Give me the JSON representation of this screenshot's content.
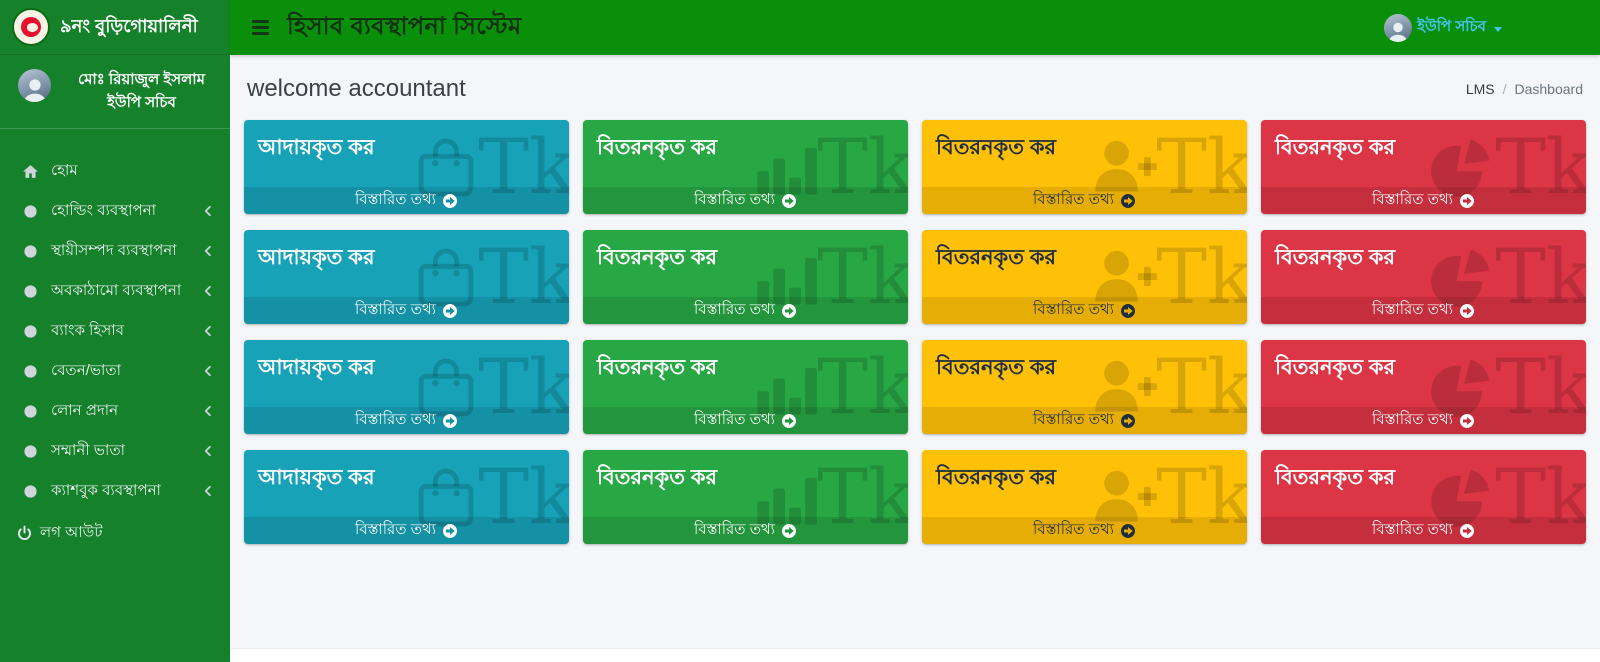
{
  "colors": {
    "header-green": "#0a8f0a",
    "sidebar-green": "#15822b",
    "header-title": "#11300f",
    "accent-blue": "#46c5f2",
    "body-bg": "#f4f6f9",
    "info": "#17a2b8",
    "success": "#28a745",
    "warning": "#ffc107",
    "danger": "#dc3545"
  },
  "brand": {
    "title": "৯নং বুড়িগোয়ালিনী"
  },
  "user_panel": {
    "name": "মোঃ রিয়াজুল ইসলাম",
    "role": "ইউপি সচিব"
  },
  "sidebar": {
    "items": [
      {
        "label": "হোম",
        "icon": "home",
        "chevron": false,
        "logout": false
      },
      {
        "label": "হোল্ডিং ব্যবস্থাপনা",
        "icon": "circle",
        "chevron": true,
        "logout": false
      },
      {
        "label": "স্থায়ীসম্পদ ব্যবস্থাপনা",
        "icon": "circle",
        "chevron": true,
        "logout": false
      },
      {
        "label": "অবকাঠামো ব্যবস্থাপনা",
        "icon": "circle",
        "chevron": true,
        "logout": false
      },
      {
        "label": "ব্যাংক হিসাব",
        "icon": "circle",
        "chevron": true,
        "logout": false
      },
      {
        "label": "বেতন/ভাতা",
        "icon": "circle",
        "chevron": true,
        "logout": false
      },
      {
        "label": "লোন প্রদান",
        "icon": "circle",
        "chevron": true,
        "logout": false
      },
      {
        "label": "সম্মানী ভাতা",
        "icon": "circle",
        "chevron": true,
        "logout": false
      },
      {
        "label": "ক্যাশবুক ব্যবস্থাপনা",
        "icon": "circle",
        "chevron": true,
        "logout": false
      },
      {
        "label": "লগ আউট",
        "icon": "power",
        "chevron": false,
        "logout": true
      }
    ]
  },
  "header": {
    "title": "হিসাব ব্যবস্থাপনা সিস্টেম",
    "user_label": "ইউপি সচিব"
  },
  "content": {
    "welcome": "welcome accountant",
    "breadcrumb": {
      "root": "LMS",
      "separator": "/",
      "current": "Dashboard"
    }
  },
  "cards": [
    {
      "title": "আদায়কৃত কর",
      "footer": "বিস্তারিত তথ্য",
      "currency": "Tk",
      "color": "info",
      "icon": "bag"
    },
    {
      "title": "বিতরনকৃত কর",
      "footer": "বিস্তারিত তথ্য",
      "currency": "Tk",
      "color": "success",
      "icon": "stats"
    },
    {
      "title": "বিতরনকৃত কর",
      "footer": "বিস্তারিত তথ্য",
      "currency": "Tk",
      "color": "warning",
      "icon": "person-add"
    },
    {
      "title": "বিতরনকৃত কর",
      "footer": "বিস্তারিত তথ্য",
      "currency": "Tk",
      "color": "danger",
      "icon": "pie"
    },
    {
      "title": "আদায়কৃত কর",
      "footer": "বিস্তারিত তথ্য",
      "currency": "Tk",
      "color": "info",
      "icon": "bag"
    },
    {
      "title": "বিতরনকৃত কর",
      "footer": "বিস্তারিত তথ্য",
      "currency": "Tk",
      "color": "success",
      "icon": "stats"
    },
    {
      "title": "বিতরনকৃত কর",
      "footer": "বিস্তারিত তথ্য",
      "currency": "Tk",
      "color": "warning",
      "icon": "person-add"
    },
    {
      "title": "বিতরনকৃত কর",
      "footer": "বিস্তারিত তথ্য",
      "currency": "Tk",
      "color": "danger",
      "icon": "pie"
    },
    {
      "title": "আদায়কৃত কর",
      "footer": "বিস্তারিত তথ্য",
      "currency": "Tk",
      "color": "info",
      "icon": "bag"
    },
    {
      "title": "বিতরনকৃত কর",
      "footer": "বিস্তারিত তথ্য",
      "currency": "Tk",
      "color": "success",
      "icon": "stats"
    },
    {
      "title": "বিতরনকৃত কর",
      "footer": "বিস্তারিত তথ্য",
      "currency": "Tk",
      "color": "warning",
      "icon": "person-add"
    },
    {
      "title": "বিতরনকৃত কর",
      "footer": "বিস্তারিত তথ্য",
      "currency": "Tk",
      "color": "danger",
      "icon": "pie"
    },
    {
      "title": "আদায়কৃত কর",
      "footer": "বিস্তারিত তথ্য",
      "currency": "Tk",
      "color": "info",
      "icon": "bag"
    },
    {
      "title": "বিতরনকৃত কর",
      "footer": "বিস্তারিত তথ্য",
      "currency": "Tk",
      "color": "success",
      "icon": "stats"
    },
    {
      "title": "বিতরনকৃত কর",
      "footer": "বিস্তারিত তথ্য",
      "currency": "Tk",
      "color": "warning",
      "icon": "person-add"
    },
    {
      "title": "বিতরনকৃত কর",
      "footer": "বিস্তারিত তথ্য",
      "currency": "Tk",
      "color": "danger",
      "icon": "pie"
    }
  ]
}
